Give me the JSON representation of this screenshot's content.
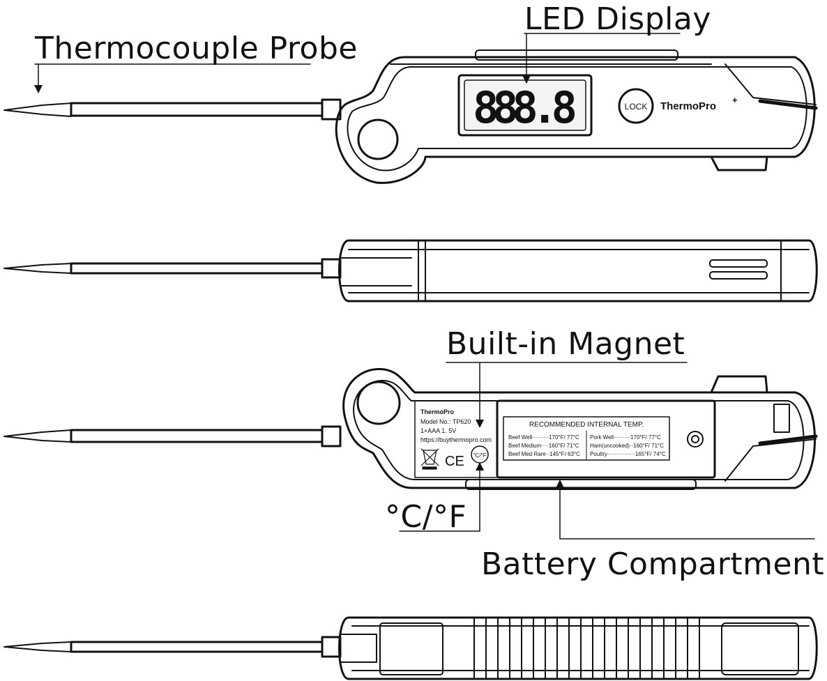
{
  "callouts": {
    "probe": "Thermocouple Probe",
    "display": "LED Display",
    "magnet": "Built-in Magnet",
    "unit_switch": "°C/°F",
    "battery": "Battery Compartment"
  },
  "front": {
    "lcd_digits": "888.8",
    "lock_label": "LOCK",
    "brand": "ThermoPro",
    "brand_plus": "+"
  },
  "back": {
    "brand": "ThermoPro",
    "model": "Model No.: TP620",
    "battery_spec": "1×AAA   1. 5V",
    "url": "https://buythermopro.com",
    "ce_mark": "CE",
    "unit_button": "°C/°F",
    "table_title": "RECOMMENDED INTERNAL TEMP.",
    "rows_left": [
      "Beef Well·········170°F/ 77°C",
      "Beef Medium····160°F/ 71°C",
      "Beef Med Rare··145°F/ 63°C"
    ],
    "rows_right": [
      "Pork Well·········170°F/ 77°C",
      "Ham(uncooked)··160°F/ 71°C",
      "Poultry···············165°F/ 74°C"
    ]
  },
  "colors": {
    "ink": "#111111",
    "paper": "#ffffff",
    "lcd_bg": "#f4f4f4"
  }
}
